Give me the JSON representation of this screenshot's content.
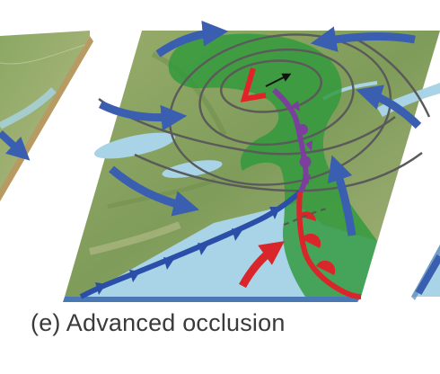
{
  "figure": {
    "caption": "(e) Advanced occlusion",
    "panel_letter": "e",
    "colors": {
      "land": "#7f9c5a",
      "land_light": "#a9b97f",
      "water": "#a9d3e6",
      "green_shading": "#2f9a3a",
      "cold_front": "#2b4fa8",
      "warm_front": "#d8262b",
      "occluded_front": "#7b3f9c",
      "isobar": "#5a5a5a",
      "wind_arrow": "#3b5fb0",
      "warm_air_arrow": "#d8262b",
      "low_symbol": "#e12328",
      "background": "#ffffff"
    },
    "icons": {
      "low_pressure": "low-pressure-symbol",
      "storm_motion": "motion-arrow-icon"
    }
  }
}
